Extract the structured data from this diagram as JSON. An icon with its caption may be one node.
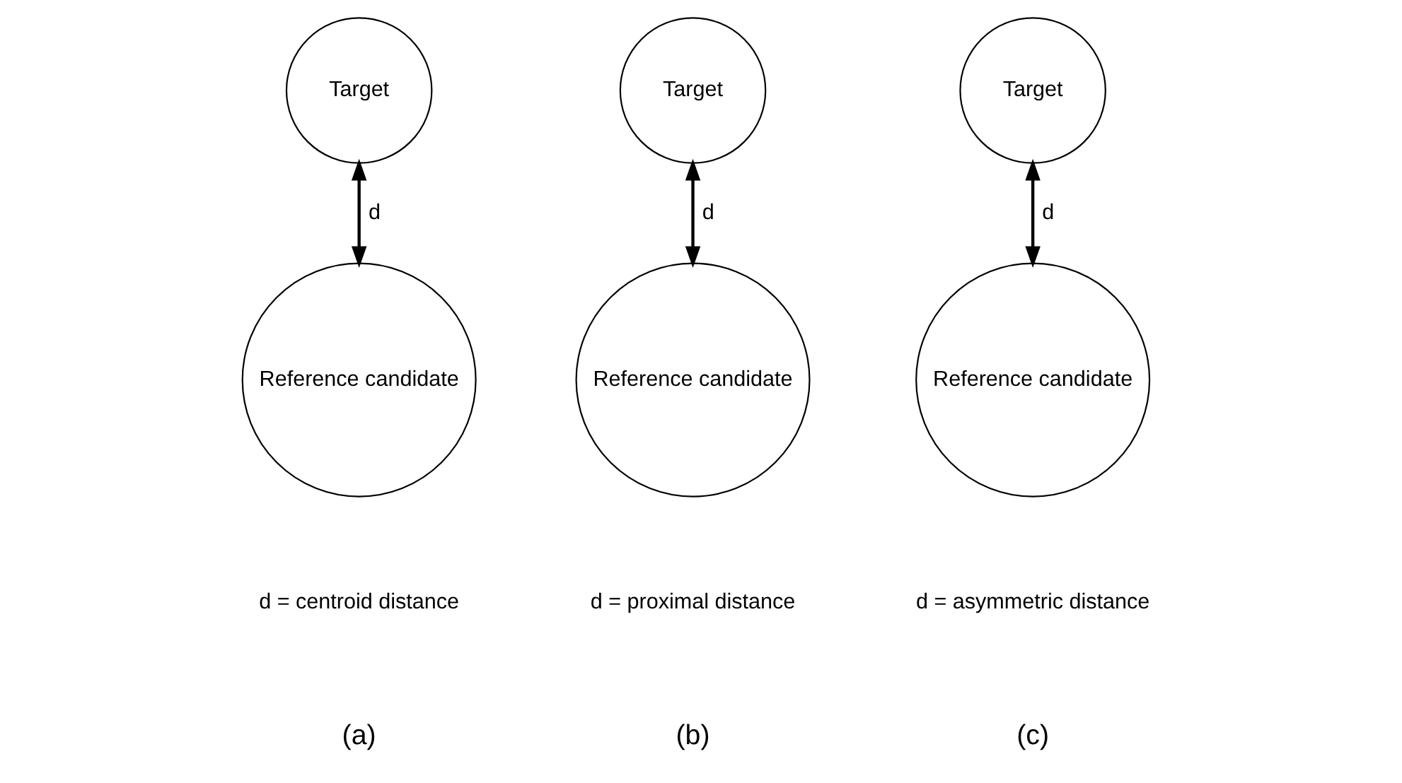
{
  "diagram": {
    "nodes": [
      {
        "text": [
          "Target"
        ]
      },
      {
        "text": [
          "Reference candidate"
        ]
      },
      {
        "text": [
          "Target"
        ]
      },
      {
        "text": [
          "Reference candidate"
        ]
      },
      {
        "text": [
          "Target"
        ]
      },
      {
        "text": [
          "Reference candidate"
        ]
      }
    ],
    "edges": [
      {
        "from": 1,
        "to": 0,
        "arrow": "both",
        "label": "d"
      },
      {
        "from": 3,
        "to": 2,
        "arrow": "both",
        "label": "d"
      },
      {
        "from": 5,
        "to": 4,
        "arrow": "both",
        "label": "d"
      }
    ],
    "labels": [
      "d = centroid distance",
      "d = proximal distance",
      "d = asymmetric distance",
      "(a)",
      "(b)",
      "(c)"
    ]
  }
}
